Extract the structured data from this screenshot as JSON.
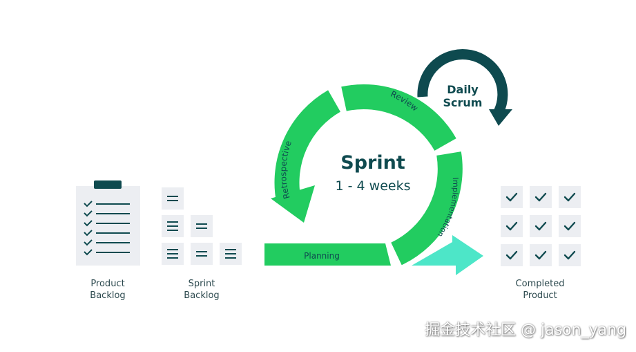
{
  "colors": {
    "sprint_green": "#22cc60",
    "arrow_teal": "#4de6c8",
    "daily_dark": "#0e4a4f",
    "card_bg": "#eceef2",
    "ink": "#0f4a4f"
  },
  "icons": {
    "clipboard": "clipboard-checklist-icon",
    "lines": "list-lines-icon",
    "check": "check-icon"
  },
  "product_backlog": {
    "label_line1": "Product",
    "label_line2": "Backlog"
  },
  "sprint_backlog": {
    "label_line1": "Sprint",
    "label_line2": "Backlog"
  },
  "completed_product": {
    "label_line1": "Completed",
    "label_line2": "Product"
  },
  "sprint": {
    "title": "Sprint",
    "duration": "1 - 4 weeks",
    "stages": {
      "planning": "Planning",
      "implementation": "Implementation",
      "review": "Review",
      "retrospective": "Retrospective"
    }
  },
  "daily_scrum": {
    "line1": "Daily",
    "line2": "Scrum"
  },
  "watermark": "掘金技术社区 @ jason_yang"
}
